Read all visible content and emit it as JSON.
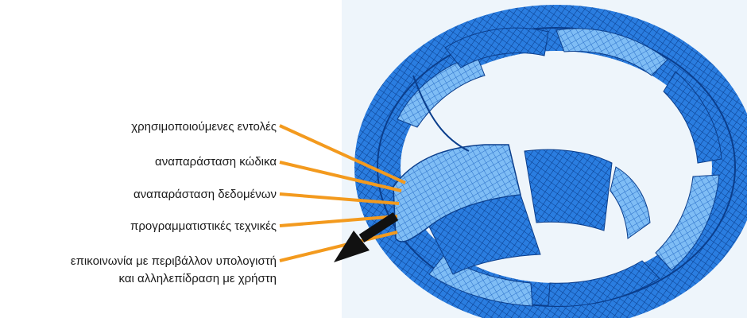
{
  "labels": [
    "χρησιμοποιούμενες εντολές",
    "αναπαράσταση κώδικα",
    "αναπαράσταση δεδομένων",
    "προγραμματιστικές τεχνικές",
    "επικοινωνία με περιβάλλον υπολογιστή",
    "και αλληλεπίδραση με χρήστη"
  ],
  "colors": {
    "arrow": "#f39a1e",
    "ribbon": "#1f6fd1",
    "ribbon_dark": "#0b3e8c",
    "ribbon_light": "#9fd0ff",
    "background": "#eef5fb",
    "pointer": "#111111"
  }
}
